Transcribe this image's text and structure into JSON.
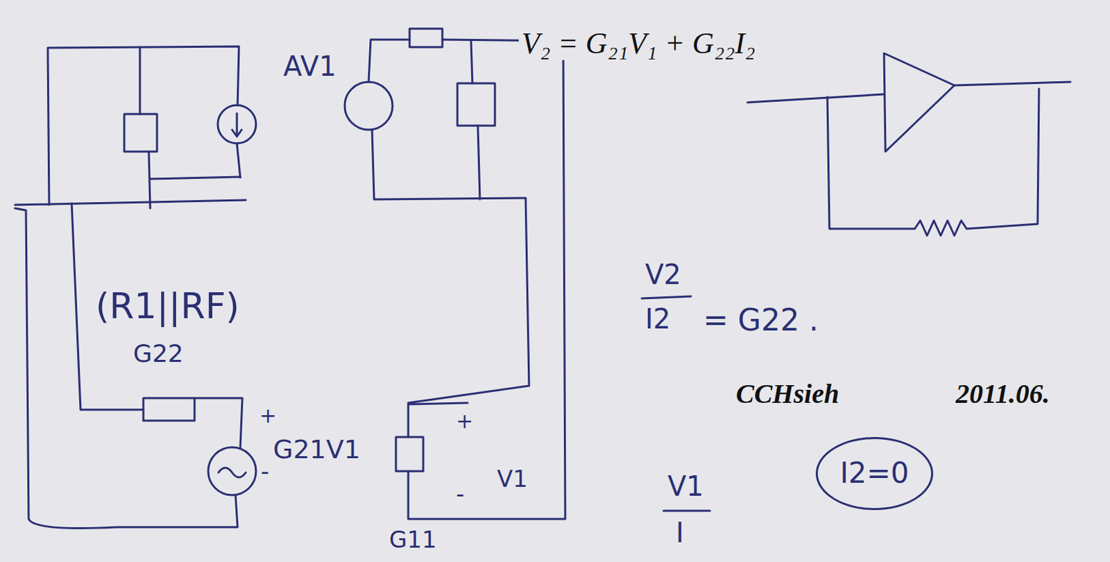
{
  "diagram": {
    "nodes": [
      {
        "text": [
          "I2=0"
        ]
      }
    ],
    "labels": [
      "V₂ = G₂₁V₁ + G₂₂I₂",
      "AV1",
      "(R1||RF)",
      "G22",
      "+",
      "G21V1",
      "-",
      "+",
      "V1",
      "-",
      "G11",
      "V2",
      "I2",
      "= G22 .",
      "CCHsieh",
      "2011.06.",
      "V1",
      "I"
    ]
  }
}
